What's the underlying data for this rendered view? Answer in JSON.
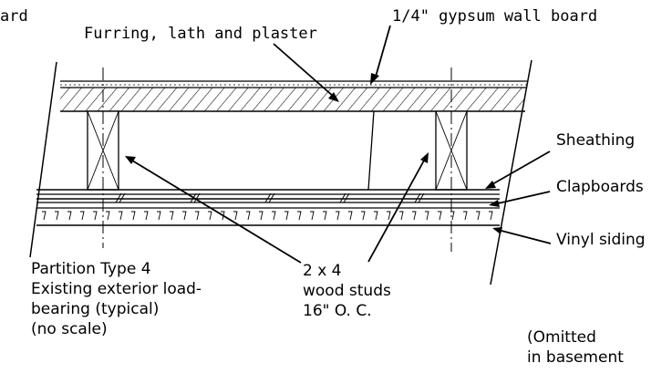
{
  "labels": {
    "cut_top_left": "ard",
    "furring": "Furring, lath and plaster",
    "gypsum": "1/4\" gypsum wall board",
    "sheathing": "Sheathing",
    "clapboards": "Clapboards",
    "vinyl": "Vinyl siding",
    "partition_1": "Partition Type 4",
    "partition_2": "Existing exterior load-",
    "partition_3": "bearing (typical)",
    "partition_4": "(no scale)",
    "studs_1": "2 x 4",
    "studs_2": "wood studs",
    "studs_3": "16\" O. C.",
    "omitted_1": "(Omitted",
    "omitted_2": "in basement"
  },
  "colors": {
    "ink": "#000000",
    "paper": "#ffffff"
  }
}
